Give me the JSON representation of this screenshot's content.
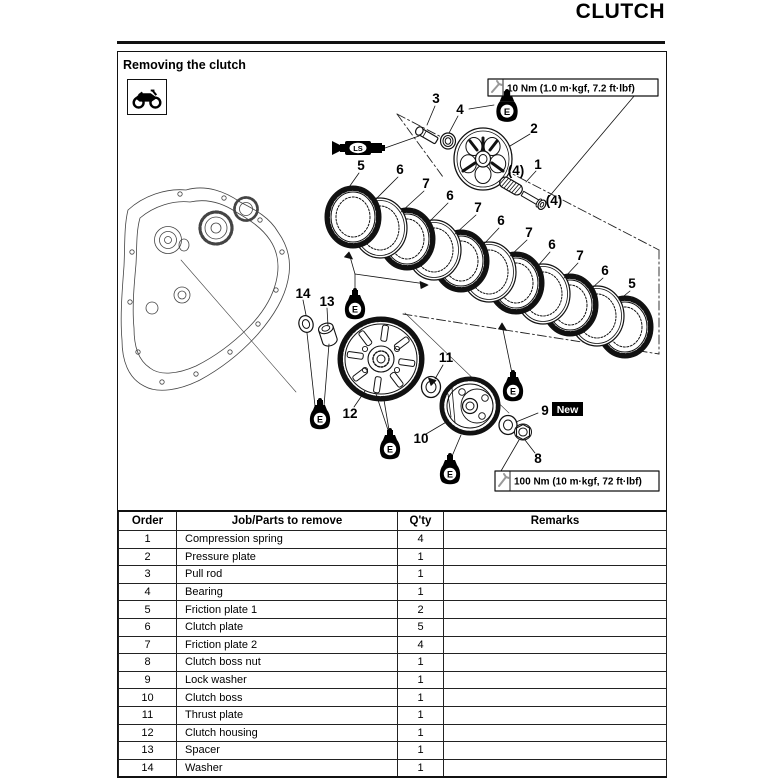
{
  "page": {
    "heading": "CLUTCH"
  },
  "panel": {
    "title": "Removing the clutch"
  },
  "diagram": {
    "torque_specs": [
      {
        "value": "10 Nm (1.0 m·kgf, 7.2 ft·lbf)"
      },
      {
        "value": "100 Nm (10 m·kgf, 72 ft·lbf)"
      }
    ],
    "symbols": {
      "engine_oil": "E",
      "lithium_soap_grease": "LS",
      "new_part": "New"
    },
    "callouts": {
      "compression_spring": "1",
      "pressure_plate": "2",
      "pull_rod": "3",
      "bearing": "4",
      "clutch_boss_nut": "8",
      "lock_washer": "9",
      "clutch_boss": "10",
      "thrust_plate": "11",
      "clutch_housing": "12",
      "spacer": "13",
      "washer": "14",
      "spring_qty": "(4)",
      "bolt_qty": "(4)"
    },
    "plate_labels": [
      "5",
      "6",
      "7",
      "6",
      "7",
      "6",
      "7",
      "6",
      "7",
      "6",
      "5"
    ]
  },
  "table": {
    "headers": [
      "Order",
      "Job/Parts to remove",
      "Q'ty",
      "Remarks"
    ],
    "rows": [
      {
        "order": "1",
        "part": "Compression spring",
        "qty": "4",
        "remarks": ""
      },
      {
        "order": "2",
        "part": "Pressure plate",
        "qty": "1",
        "remarks": ""
      },
      {
        "order": "3",
        "part": "Pull rod",
        "qty": "1",
        "remarks": ""
      },
      {
        "order": "4",
        "part": "Bearing",
        "qty": "1",
        "remarks": ""
      },
      {
        "order": "5",
        "part": "Friction plate 1",
        "qty": "2",
        "remarks": ""
      },
      {
        "order": "6",
        "part": "Clutch plate",
        "qty": "5",
        "remarks": ""
      },
      {
        "order": "7",
        "part": "Friction plate 2",
        "qty": "4",
        "remarks": ""
      },
      {
        "order": "8",
        "part": "Clutch boss nut",
        "qty": "1",
        "remarks": ""
      },
      {
        "order": "9",
        "part": "Lock washer",
        "qty": "1",
        "remarks": ""
      },
      {
        "order": "10",
        "part": "Clutch boss",
        "qty": "1",
        "remarks": ""
      },
      {
        "order": "11",
        "part": "Thrust plate",
        "qty": "1",
        "remarks": ""
      },
      {
        "order": "12",
        "part": "Clutch housing",
        "qty": "1",
        "remarks": ""
      },
      {
        "order": "13",
        "part": "Spacer",
        "qty": "1",
        "remarks": ""
      },
      {
        "order": "14",
        "part": "Washer",
        "qty": "1",
        "remarks": ""
      }
    ]
  }
}
